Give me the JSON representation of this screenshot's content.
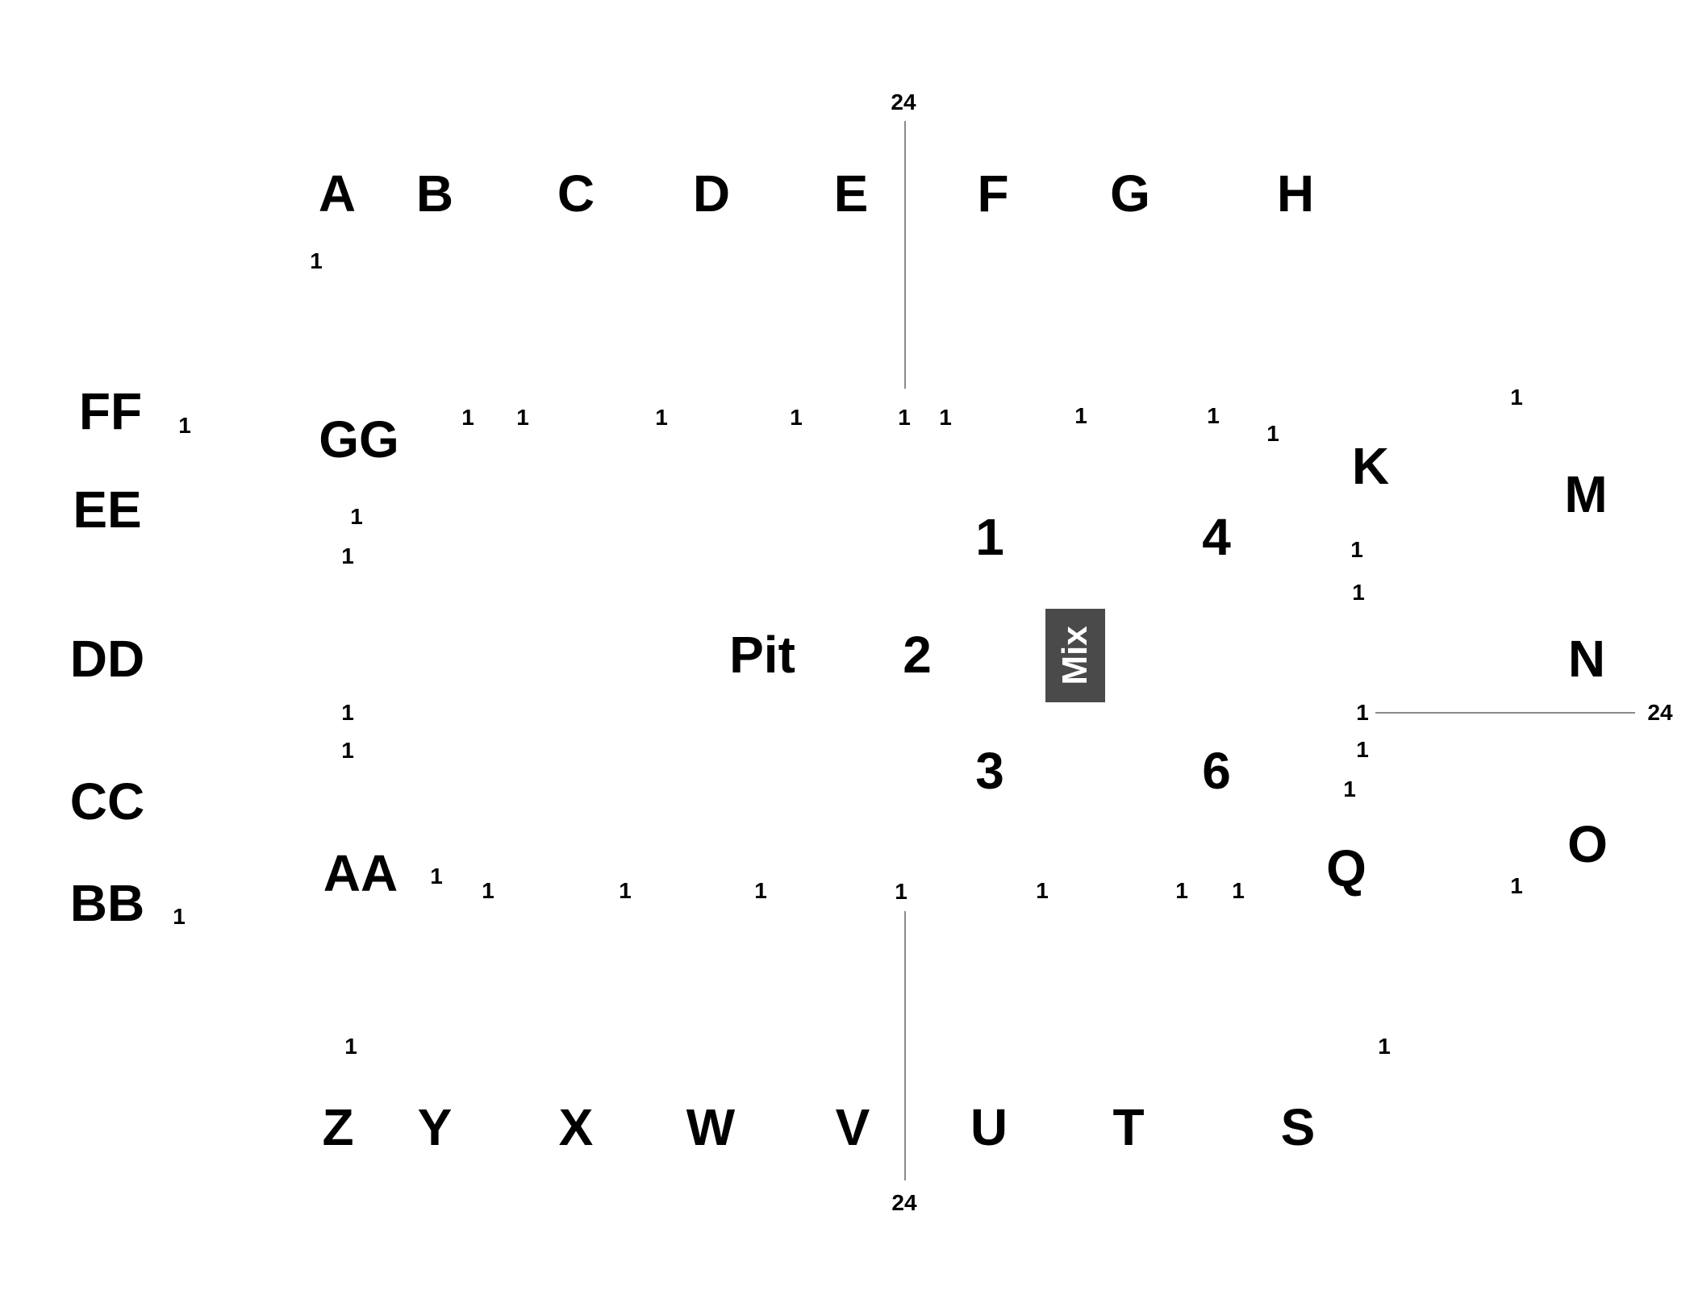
{
  "labels": {
    "A": "A",
    "B": "B",
    "C": "C",
    "D": "D",
    "E": "E",
    "F": "F",
    "G": "G",
    "H": "H",
    "K": "K",
    "M": "M",
    "N": "N",
    "O": "O",
    "Q": "Q",
    "S": "S",
    "T": "T",
    "U": "U",
    "V": "V",
    "W": "W",
    "X": "X",
    "Y": "Y",
    "Z": "Z",
    "AA": "AA",
    "BB": "BB",
    "CC": "CC",
    "DD": "DD",
    "EE": "EE",
    "FF": "FF",
    "GG": "GG",
    "pit": "Pit",
    "mix": "Mix"
  },
  "stations": {
    "s1": "1",
    "s2": "2",
    "s3": "3",
    "s4": "4",
    "s6": "6"
  },
  "counts": {
    "one": "1",
    "twentyfour": "24"
  }
}
